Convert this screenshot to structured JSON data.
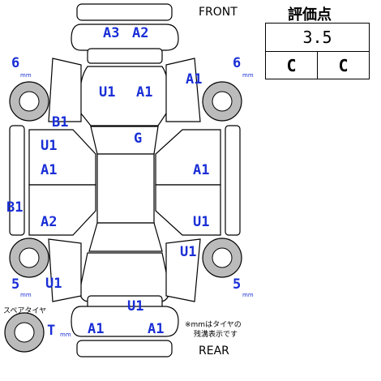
{
  "header": {
    "front_label": "FRONT",
    "rear_label": "REAR",
    "score_title": "評価点"
  },
  "score": {
    "value": "3.5",
    "interior_grade": "C",
    "exterior_grade": "C"
  },
  "tires": {
    "front_left_mm": "6",
    "front_right_mm": "6",
    "rear_left_mm": "5",
    "rear_right_mm": "5",
    "spare_mm": "T",
    "unit": "mm",
    "spare_label": "スペアタイヤ",
    "note_line1": "※mmはタイヤの",
    "note_line2": "残溝表示です"
  },
  "damage_marks": {
    "front_bumper_left": "A3",
    "front_bumper_right": "A2",
    "hood_left": "U1",
    "hood_right": "A1",
    "right_front_fender": "A1",
    "left_front_pillar": "B1",
    "windshield": "G",
    "left_front_door_1": "U1",
    "left_front_door_2": "A1",
    "right_front_door": "A1",
    "left_rocker": "B1",
    "left_rear_door": "A2",
    "right_rear_door": "U1",
    "right_rear_fender": "U1",
    "left_rear_fender": "U1",
    "trunk": "U1",
    "rear_bumper_left": "A1",
    "rear_bumper_right": "A1"
  },
  "colors": {
    "mark_color": "#1a2fd6",
    "outline_color": "#000000"
  }
}
